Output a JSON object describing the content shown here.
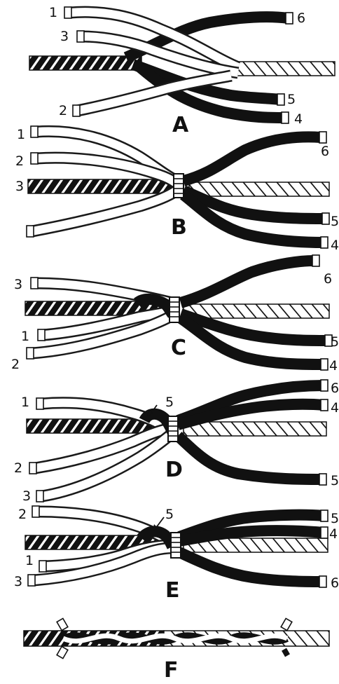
{
  "figure": {
    "panels": [
      {
        "id": "A",
        "label": "A",
        "strand_numbers": [
          "1",
          "3",
          "2",
          "6",
          "5",
          "4"
        ]
      },
      {
        "id": "B",
        "label": "B",
        "strand_numbers": [
          "1",
          "2",
          "3",
          "6",
          "5",
          "4"
        ]
      },
      {
        "id": "C",
        "label": "C",
        "strand_numbers": [
          "3",
          "1",
          "2",
          "6",
          "5",
          "4"
        ]
      },
      {
        "id": "D",
        "label": "D",
        "strand_numbers": [
          "1",
          "5",
          "2",
          "3",
          "6",
          "4",
          "5"
        ]
      },
      {
        "id": "E",
        "label": "E",
        "strand_numbers": [
          "2",
          "5",
          "1",
          "3",
          "5",
          "4",
          "6"
        ]
      },
      {
        "id": "F",
        "label": "F",
        "strand_numbers": []
      }
    ]
  }
}
